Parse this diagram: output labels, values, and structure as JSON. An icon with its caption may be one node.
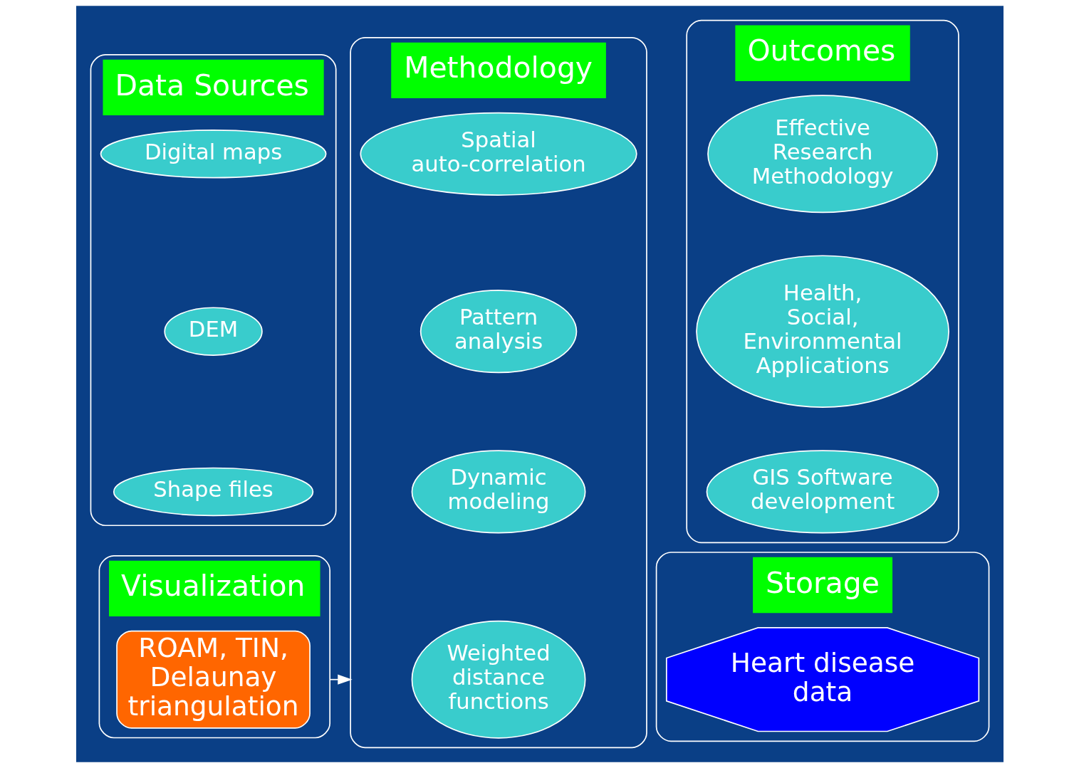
{
  "diagram": {
    "nodes": [
      {
        "text": [
          "Data Sources"
        ]
      },
      {
        "text": [
          "Digital maps"
        ],
        "in": 0
      },
      {
        "text": [
          "DEM"
        ],
        "in": 0
      },
      {
        "text": [
          "Shape files"
        ],
        "in": 0
      },
      {
        "text": [
          "Methodology"
        ]
      },
      {
        "text": [
          "Spatial auto-correlation"
        ],
        "in": 4
      },
      {
        "text": [
          "Pattern analysis"
        ],
        "in": 4
      },
      {
        "text": [
          "Dynamic modeling"
        ],
        "in": 4
      },
      {
        "text": [
          "Weighted distance functions"
        ],
        "in": 4
      },
      {
        "text": [
          "Outcomes"
        ]
      },
      {
        "text": [
          "Effective Research Methodology"
        ],
        "in": 9
      },
      {
        "text": [
          "Health, Social, Environmental Applications"
        ],
        "in": 9
      },
      {
        "text": [
          "GIS Software development"
        ],
        "in": 9
      },
      {
        "text": [
          "Visualization"
        ]
      },
      {
        "text": [
          "ROAM, TIN, Delaunay triangulation"
        ],
        "in": 13
      },
      {
        "text": [
          "Storage"
        ]
      },
      {
        "text": [
          "Heart disease data"
        ],
        "in": 15
      }
    ],
    "edges": [
      {
        "from": 13,
        "to": 4,
        "arrow": "to"
      }
    ]
  }
}
